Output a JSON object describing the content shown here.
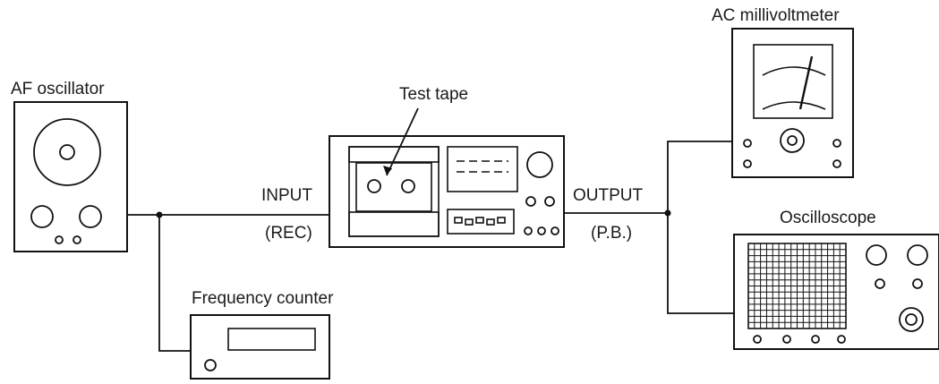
{
  "labels": {
    "af_oscillator": "AF oscillator",
    "test_tape": "Test tape",
    "input": "INPUT",
    "rec": "(REC)",
    "output": "OUTPUT",
    "pb": "(P.B.)",
    "ac_millivoltmeter": "AC millivoltmeter",
    "oscilloscope": "Oscilloscope",
    "frequency_counter": "Frequency counter"
  }
}
